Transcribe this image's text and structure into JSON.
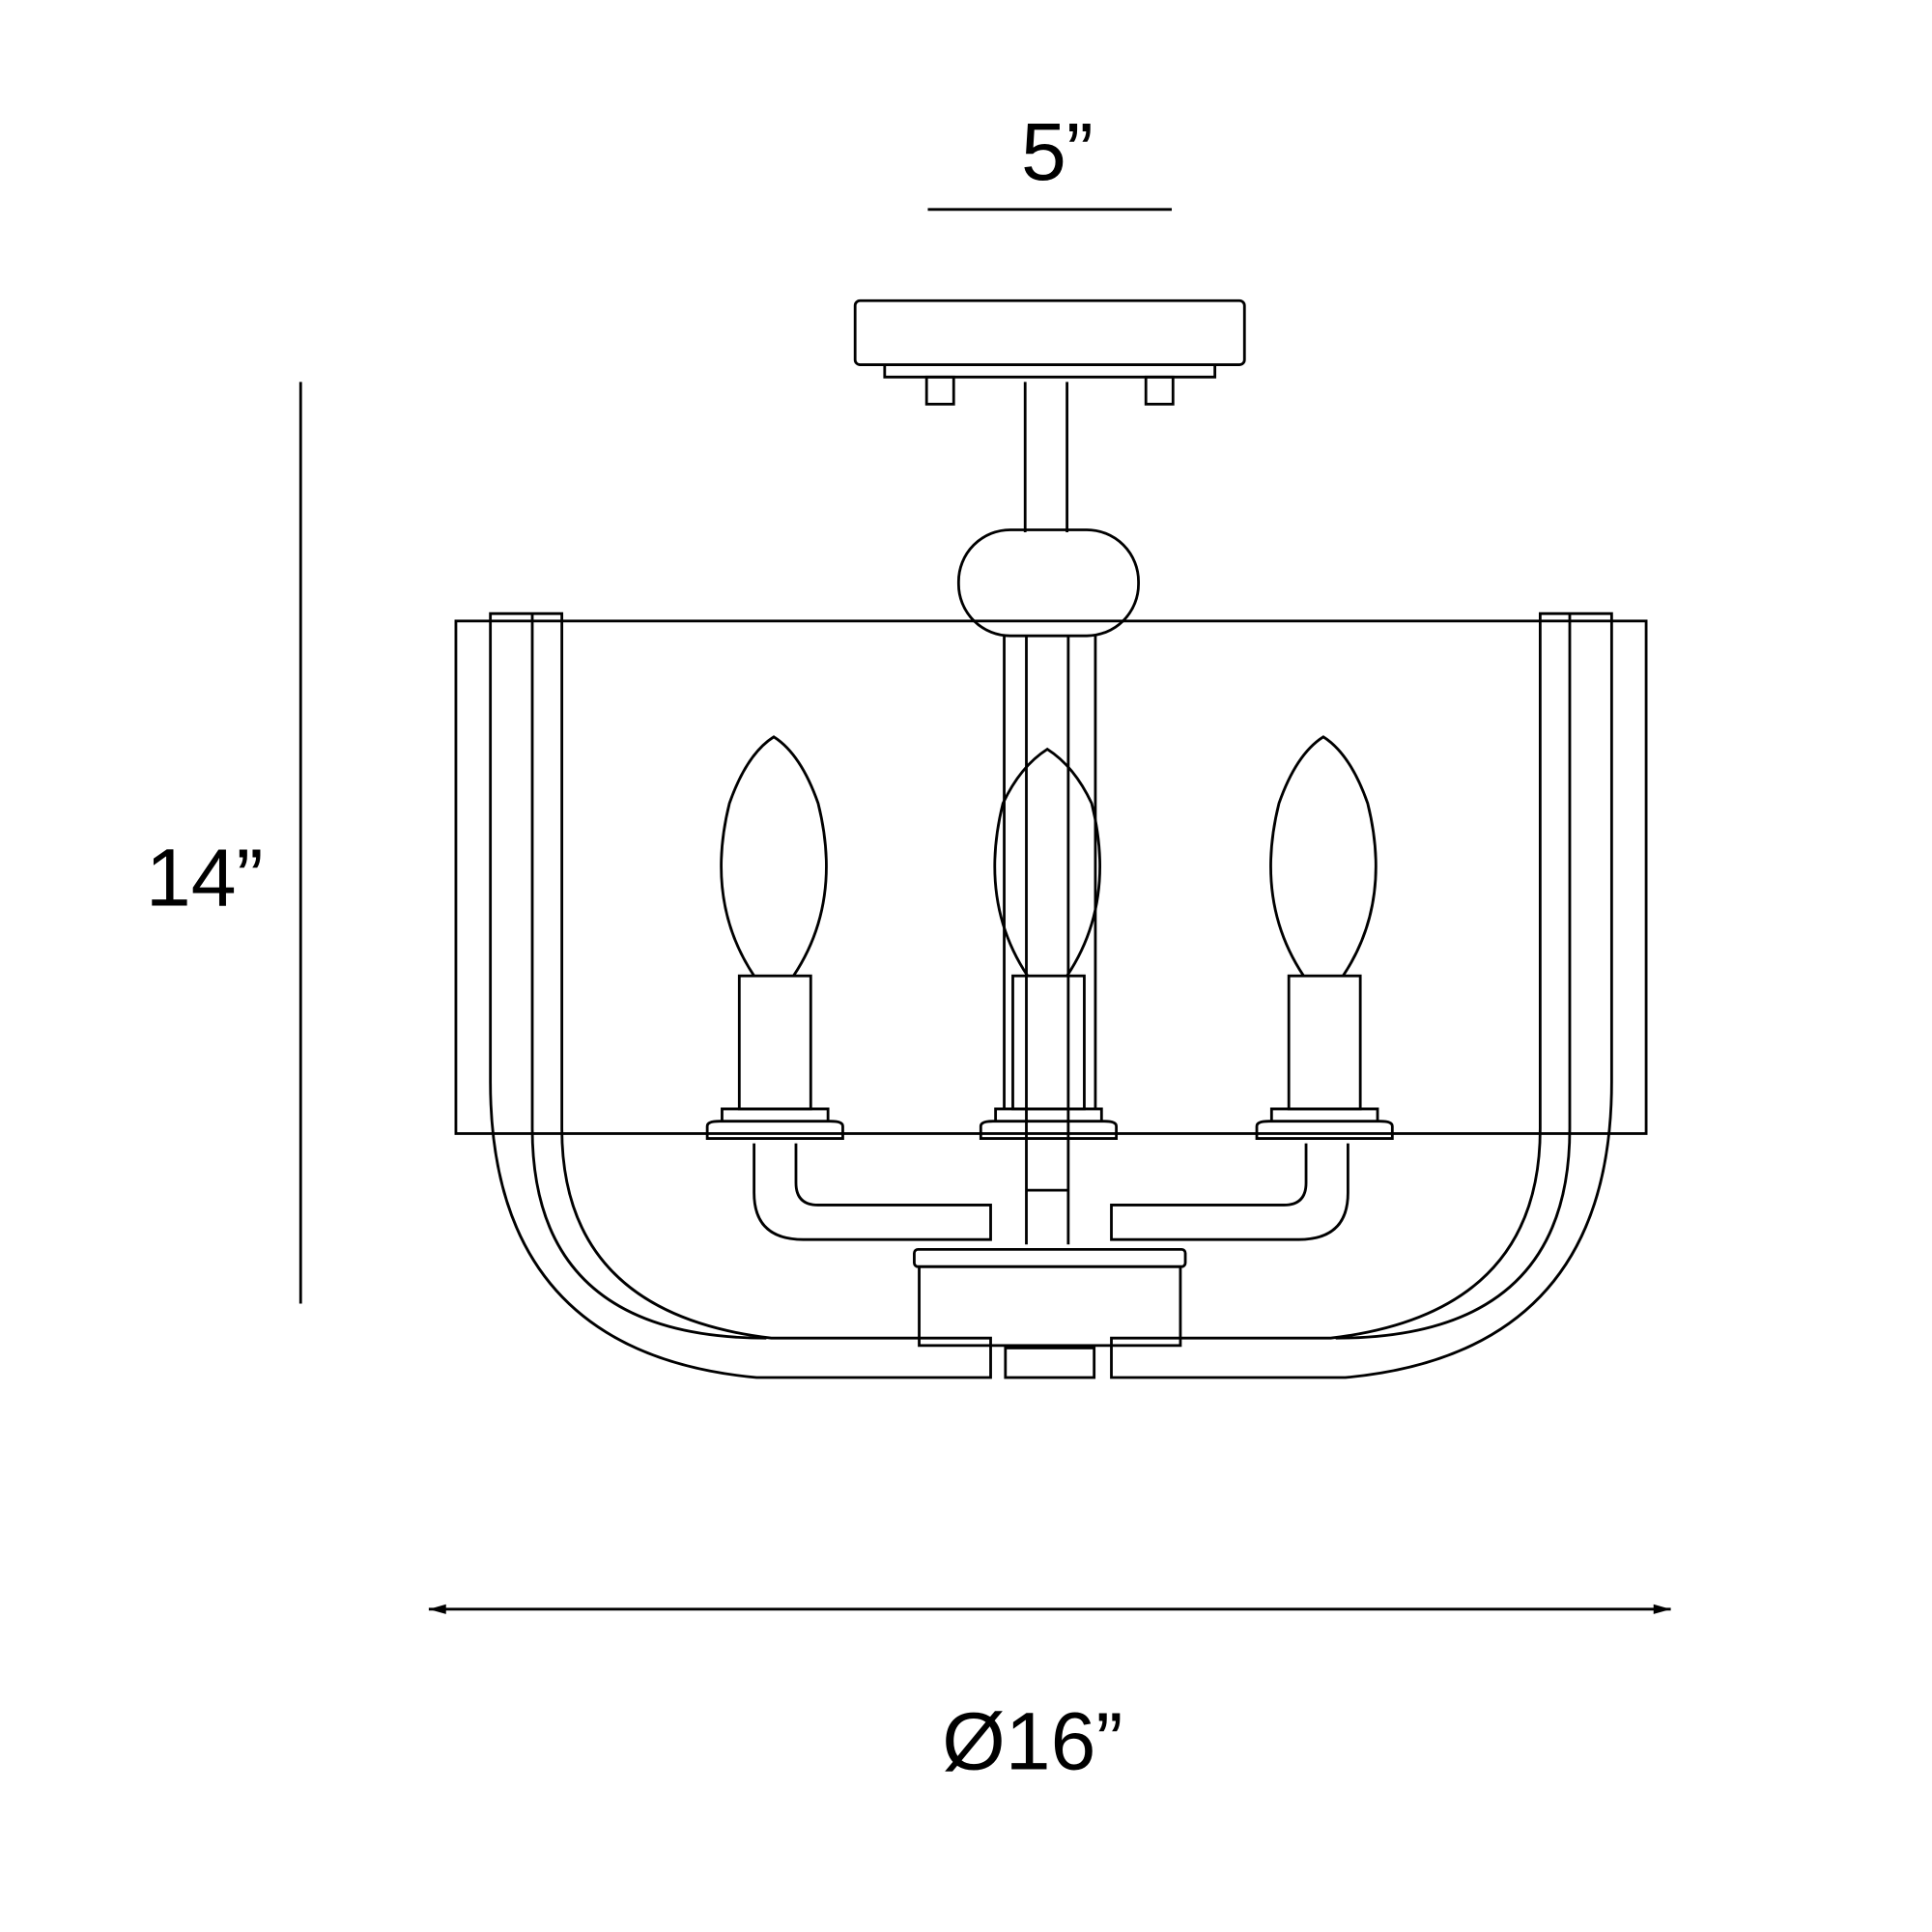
{
  "dimensions": {
    "canopy_width": "5”",
    "height": "14”",
    "diameter": "Ø16”"
  },
  "colors": {
    "line": "#000000",
    "background": "#ffffff"
  }
}
